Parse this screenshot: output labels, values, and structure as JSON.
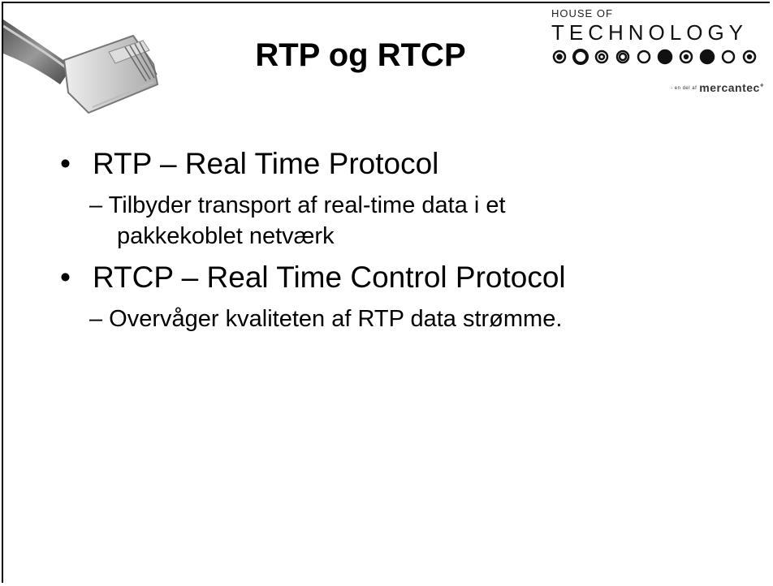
{
  "slide": {
    "title": "RTP og RTCP",
    "logo": {
      "line1": "HOUSE OF",
      "line2": "TECHNOLOGY",
      "tagline_small": "- en del af",
      "brand": "mercantec"
    },
    "bullets": [
      {
        "marker": "•",
        "text": "RTP – Real Time Protocol",
        "sub": [
          "– Tilbyder transport af real-time data i et",
          "pakkekoblet netværk"
        ]
      },
      {
        "marker": "•",
        "text": "RTCP – Real Time Control Protocol",
        "sub": [
          "– Overvåger kvaliteten af RTP data strømme."
        ]
      }
    ]
  }
}
